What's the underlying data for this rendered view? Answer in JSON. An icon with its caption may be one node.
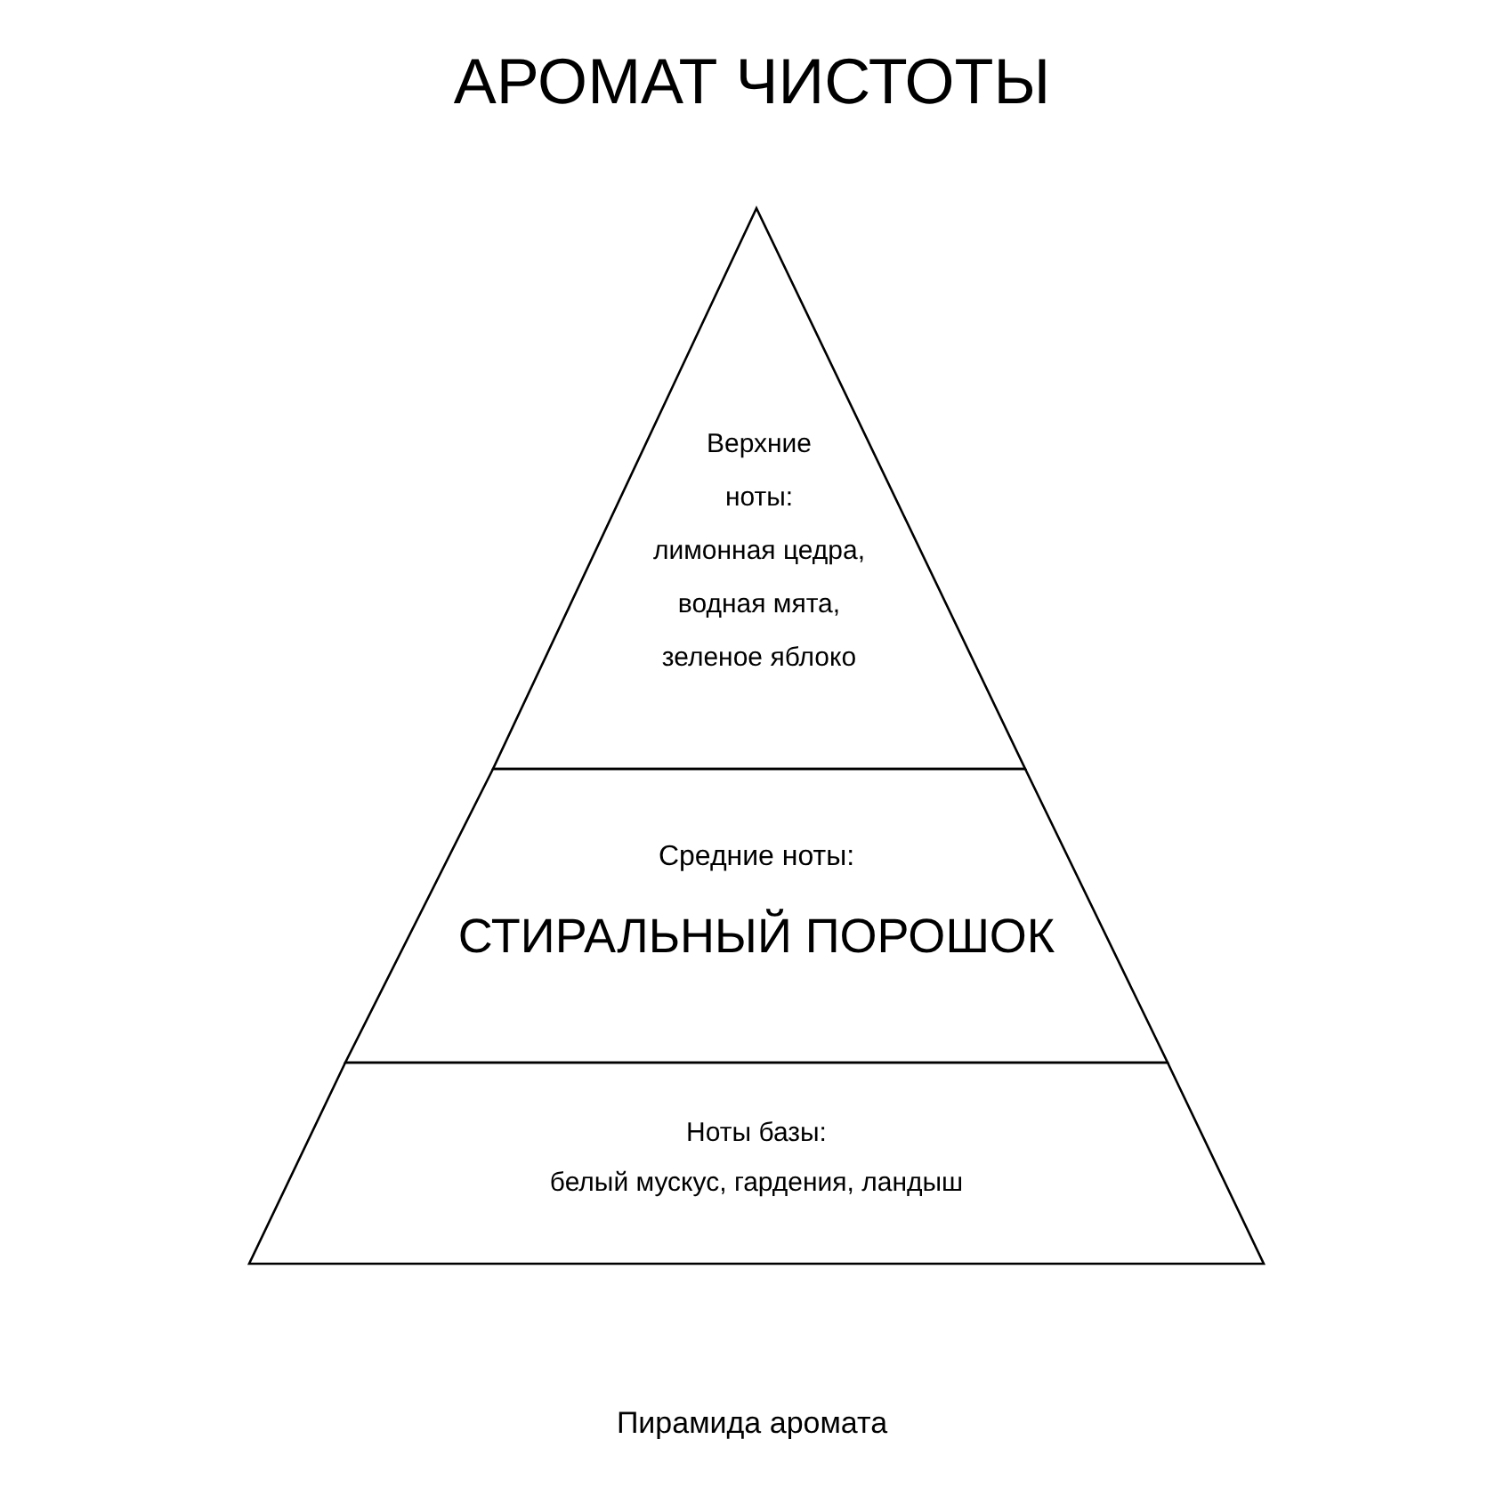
{
  "diagram": {
    "title": "АРОМАТ ЧИСТОТЫ",
    "caption": "Пирамида аромата",
    "nodes": [
      {
        "text": [
          "Верхние ноты:",
          "лимонная цедра, водная мята, зеленое яблоко"
        ]
      },
      {
        "text": [
          "Средние ноты:",
          "СТИРАЛЬНЫЙ ПОРОШОК"
        ]
      },
      {
        "text": [
          "Ноты базы:",
          "белый мускус, гардения, ландыш"
        ]
      }
    ]
  }
}
